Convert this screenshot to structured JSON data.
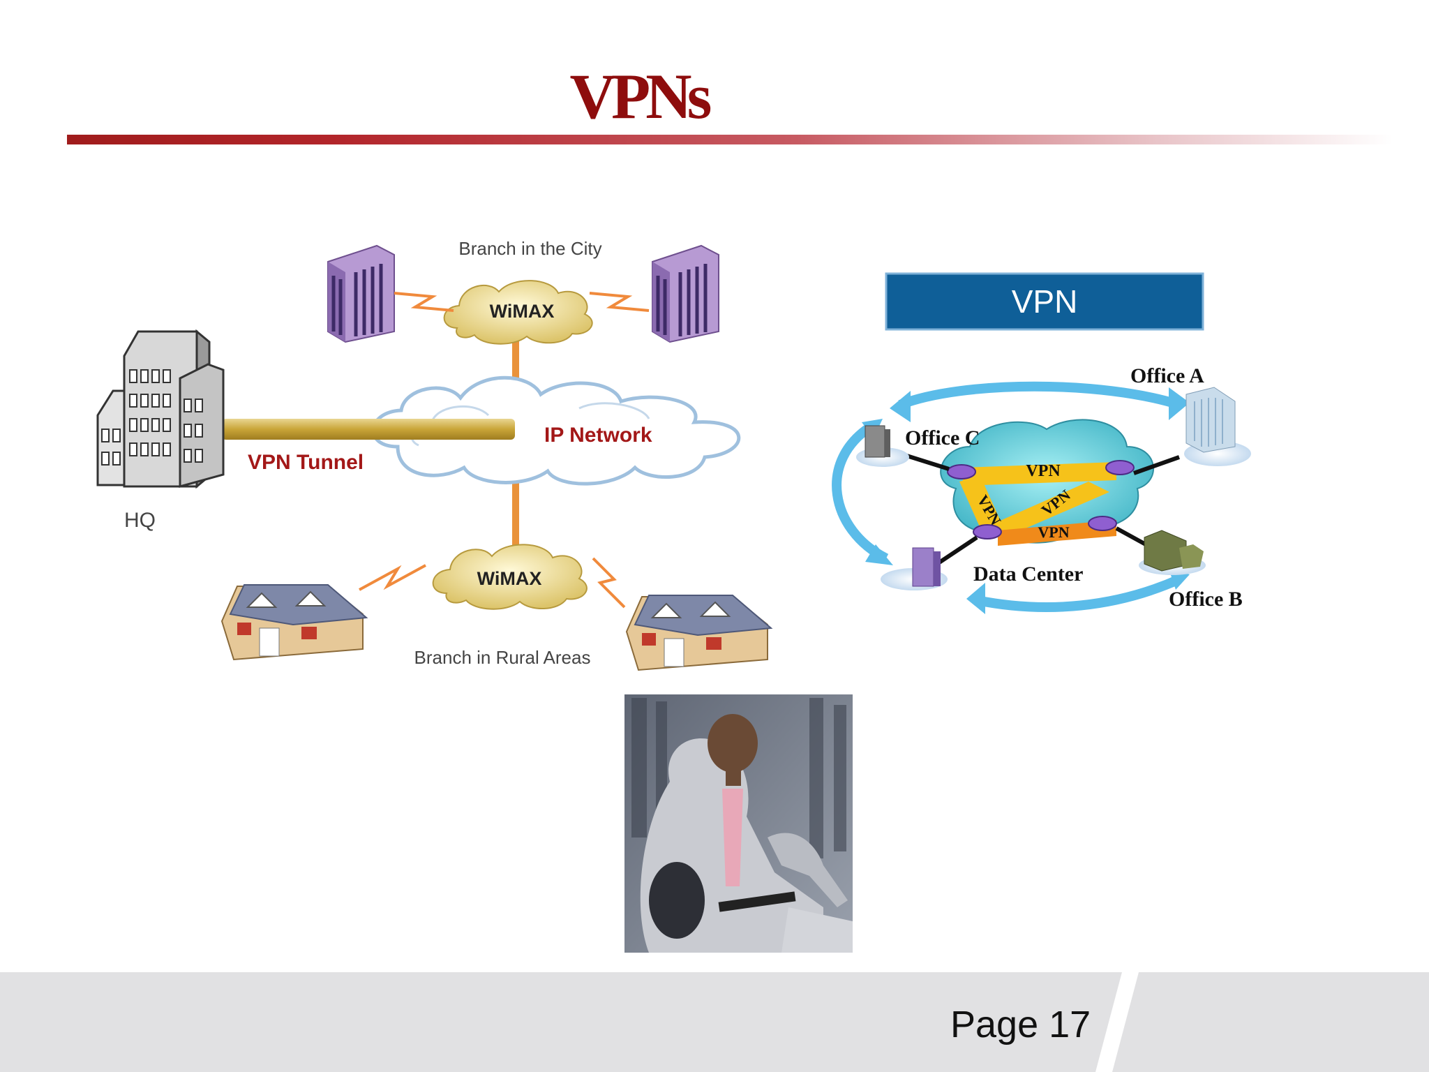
{
  "slide": {
    "title": "VPNs",
    "page_label": "Page 17"
  },
  "left_diagram": {
    "branch_city_label": "Branch in the City",
    "wimax_top_label": "WiMAX",
    "wimax_bottom_label": "WiMAX",
    "ip_network_label": "IP Network",
    "vpn_tunnel_label": "VPN Tunnel",
    "hq_label": "HQ",
    "branch_rural_label": "Branch in Rural Areas"
  },
  "right_diagram": {
    "header_label": "VPN",
    "office_a": "Office A",
    "office_b": "Office B",
    "office_c": "Office C",
    "data_center": "Data Center",
    "vpn_top": "VPN",
    "vpn_left": "VPN",
    "vpn_diag": "VPN",
    "vpn_bottom": "VPN"
  },
  "colors": {
    "title": "#8e0d0d",
    "accent_red": "#a31818",
    "vpn_header": "#0f5f98",
    "footer": "#e1e1e3"
  }
}
